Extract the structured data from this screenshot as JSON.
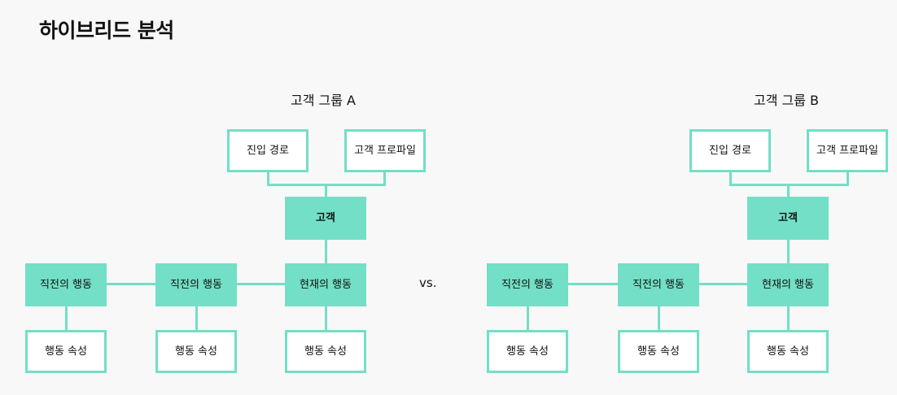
{
  "title": "하이브리드 분석",
  "vs": "vs.",
  "groups": [
    {
      "title": "고객 그룹 A",
      "entry_path": "진입 경로",
      "customer_profile": "고객 프로파일",
      "customer": "고객",
      "current_action": "현재의 행동",
      "prev_actions": [
        "직전의 행동",
        "직전의 행동"
      ],
      "action_attributes": [
        "행동 속성",
        "행동 속성",
        "행동 속성"
      ]
    },
    {
      "title": "고객 그룹 B",
      "entry_path": "진입 경로",
      "customer_profile": "고객 프로파일",
      "customer": "고객",
      "current_action": "현재의 행동",
      "prev_actions": [
        "직전의 행동",
        "직전의 행동"
      ],
      "action_attributes": [
        "행동 속성",
        "행동 속성",
        "행동 속성"
      ]
    }
  ],
  "colors": {
    "accent": "#72dfc6",
    "background": "#f8f8f8",
    "box_fill": "#ffffff",
    "text": "#111111"
  }
}
